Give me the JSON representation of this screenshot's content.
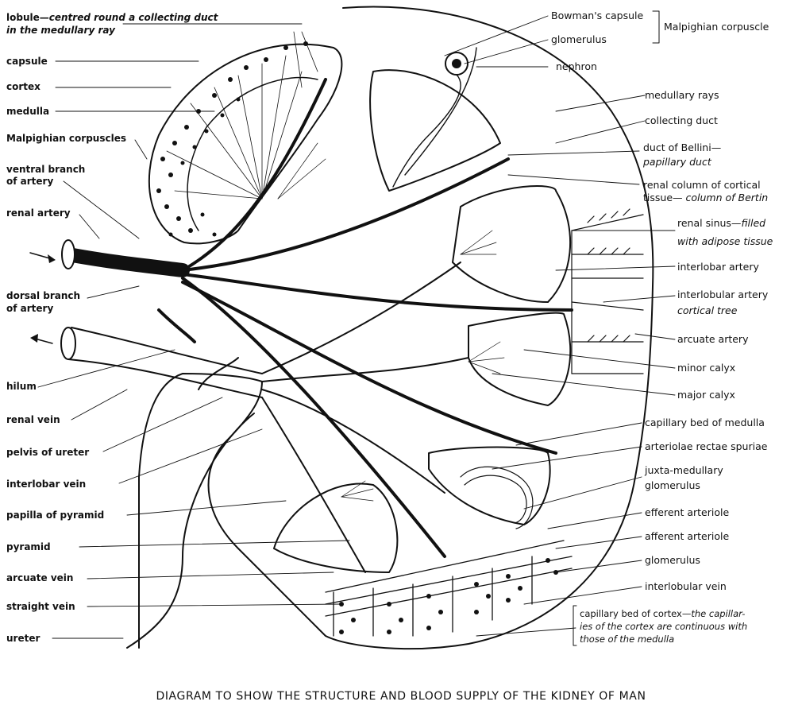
{
  "caption": "DIAGRAM TO SHOW THE STRUCTURE AND BLOOD SUPPLY OF THE KIDNEY OF MAN",
  "colors": {
    "ink": "#111111",
    "paper": "#ffffff"
  },
  "labels": {
    "left": {
      "lobule": "lobule—",
      "lobule_desc_1": "centred round a collecting duct",
      "lobule_desc_2": "in the medullary ray",
      "capsule": "capsule",
      "cortex": "cortex",
      "medulla": "medulla",
      "malpighian_corpuscles": "Malpighian corpuscles",
      "ventral_branch_1": "ventral branch",
      "ventral_branch_2": "of artery",
      "renal_artery": "renal artery",
      "dorsal_branch_1": "dorsal branch",
      "dorsal_branch_2": "of artery",
      "hilum": "hilum",
      "renal_vein": "renal vein",
      "pelvis_of_ureter": "pelvis of ureter",
      "interlobar_vein": "interlobar vein",
      "papilla_of_pyramid": "papilla of pyramid",
      "pyramid": "pyramid",
      "arcuate_vein": "arcuate vein",
      "straight_vein": "straight vein",
      "ureter": "ureter"
    },
    "right": {
      "bowmans_capsule": "Bowman's capsule",
      "glomerulus_top": "glomerulus",
      "malpighian_corpuscle": "Malpighian corpuscle",
      "nephron": "nephron",
      "medullary_rays": "medullary rays",
      "collecting_duct": "collecting duct",
      "duct_of_bellini": "duct of Bellini—",
      "papillary_duct": "papillary duct",
      "renal_column_1": "renal column of cortical",
      "renal_column_2": "tissue—",
      "column_of_bertin": "column of Bertin",
      "renal_sinus": "renal sinus—",
      "renal_sinus_filled": "filled",
      "renal_sinus_2": "with adipose tissue",
      "interlobar_artery": "interlobar artery",
      "interlobular_artery": "interlobular artery",
      "cortical_tree": "cortical tree",
      "arcuate_artery": "arcuate artery",
      "minor_calyx": "minor calyx",
      "major_calyx": "major calyx",
      "capillary_bed_medulla": "capillary bed of medulla",
      "arteriolae_rectae": "arteriolae rectae spuriae",
      "juxta_1": "juxta-medullary",
      "juxta_2": "glomerulus",
      "efferent_arteriole": "efferent arteriole",
      "afferent_arteriole": "afferent arteriole",
      "glomerulus_bottom": "glomerulus",
      "interlobular_vein": "interlobular vein",
      "capillary_cortex_1": "capillary bed of cortex—",
      "capillary_cortex_1i": "the capillar-",
      "capillary_cortex_2": "ies of the cortex are continuous with",
      "capillary_cortex_3": "those of the medulla"
    }
  }
}
